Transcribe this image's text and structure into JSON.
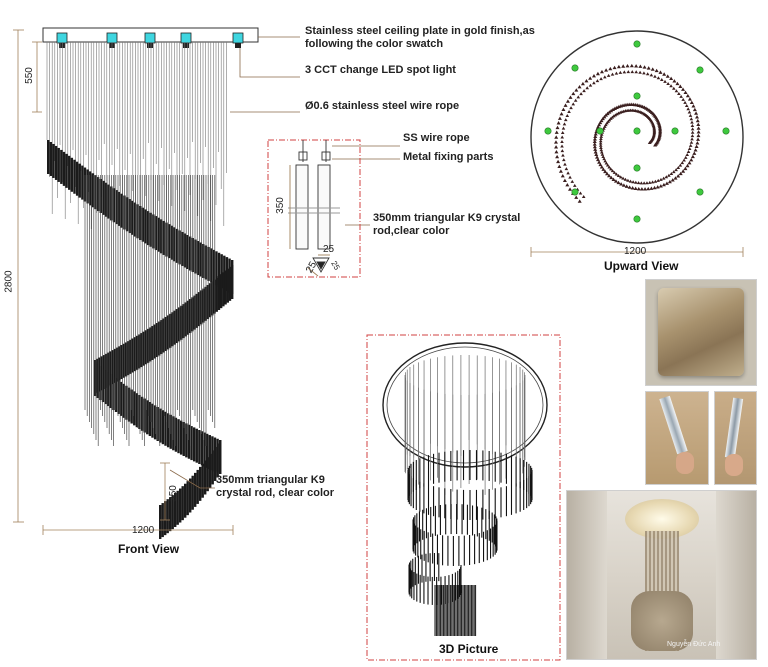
{
  "annotations": {
    "ceiling_plate": "Stainless steel ceiling plate in gold finish,as\nfollowing the color swatch",
    "led": "3 CCT change LED spot light",
    "wire": "Ø0.6 stainless steel wire rope",
    "detail_wire": "SS wire rope",
    "detail_fixing": "Metal fixing parts",
    "detail_rod": "350mm triangular K9 crystal\nrod,clear color",
    "front_rod": "350mm triangular K9\ncrystal rod, clear color"
  },
  "dimensions": {
    "total_height": "2800",
    "top_height": "550",
    "front_width": "1200",
    "front_rod_len": "350",
    "detail_len": "350",
    "detail_w1": "25",
    "detail_w2": "25",
    "detail_w3": "25",
    "upward_width": "1200"
  },
  "views": {
    "front": "Front View",
    "upward": "Upward View",
    "picture3d": "3D Picture"
  },
  "watermark": "Nguyễn Đức Anh",
  "colors": {
    "ceiling_led": "#3fd6e0",
    "upward_led": "#3ec93e",
    "detail_frame": "#d04040",
    "dim_line": "#a0805a",
    "leader": "#8a6a4a",
    "gold_swatch": "#a8926e"
  }
}
